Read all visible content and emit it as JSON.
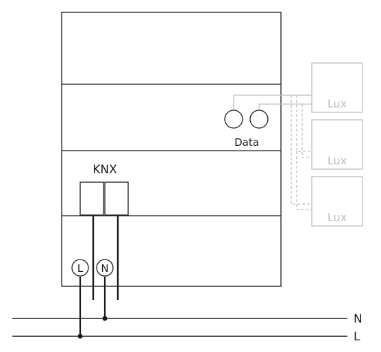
{
  "labels": {
    "knx": "KNX",
    "data": "Data",
    "terminal_l": "L",
    "terminal_n": "N",
    "line_n": "N",
    "line_l": "L"
  },
  "sensors": [
    {
      "label": "Lux"
    },
    {
      "label": "Lux"
    },
    {
      "label": "Lux"
    }
  ],
  "colors": {
    "primary": "#1a1a1a",
    "sensor": "#bdbdbd"
  }
}
